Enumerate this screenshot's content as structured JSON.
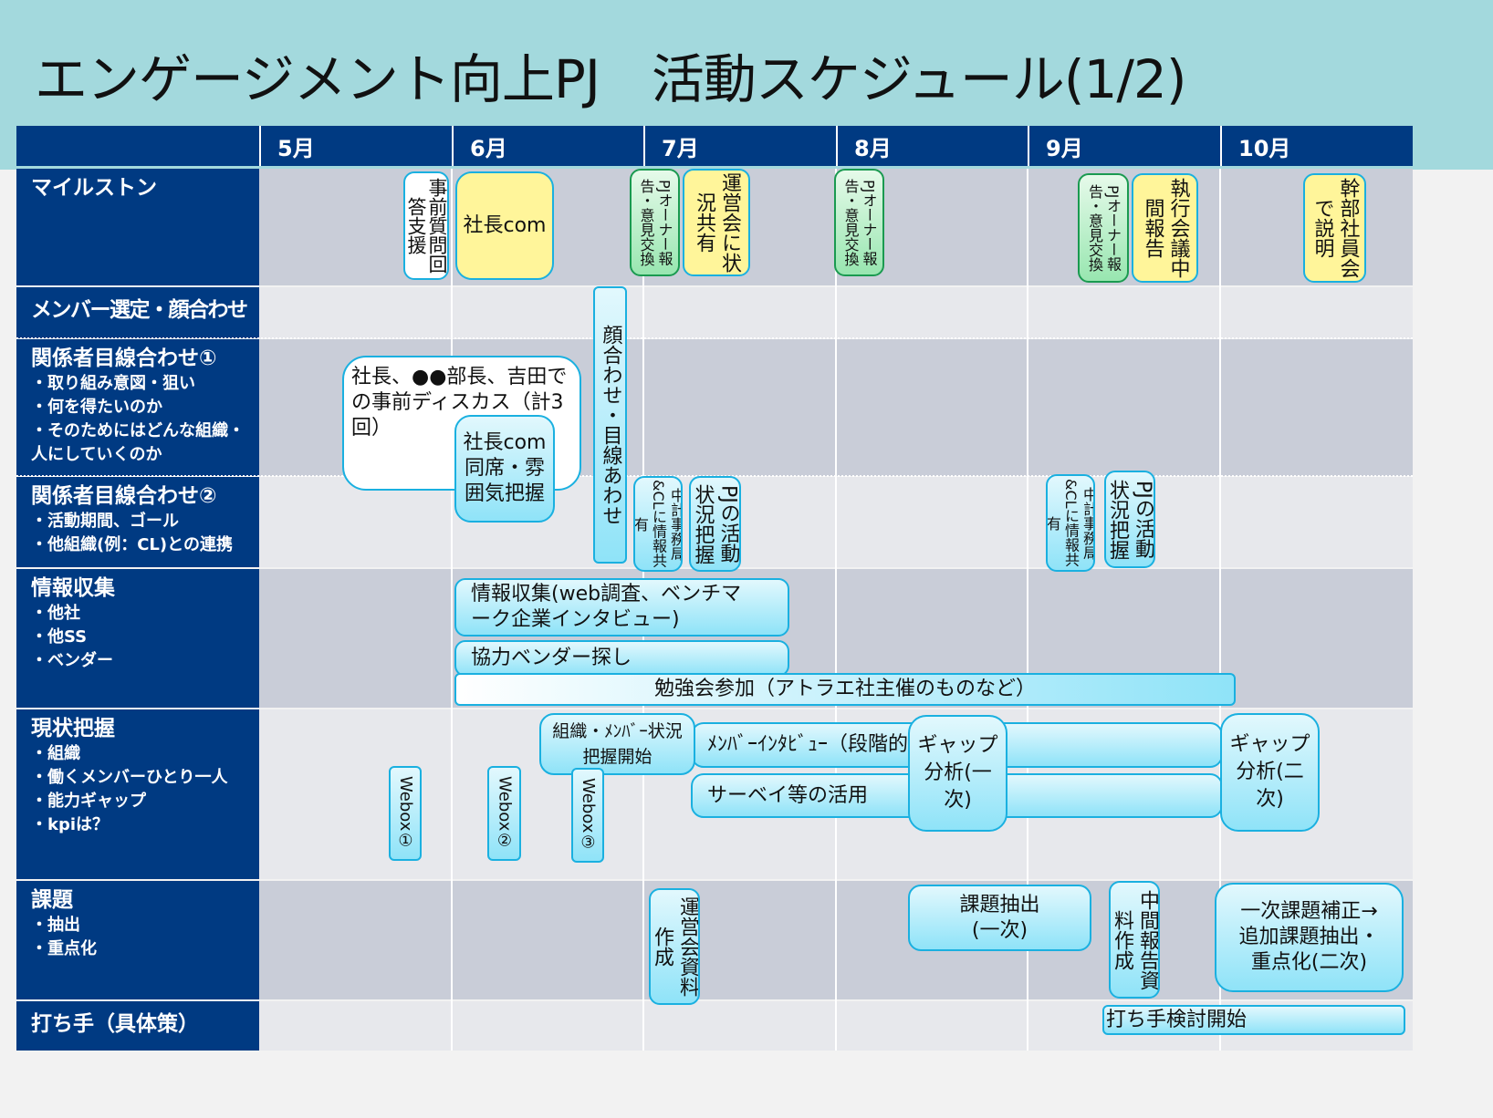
{
  "title": "エンゲージメント向上PJ　活動スケジュール(1/2)",
  "months": [
    "5月",
    "6月",
    "7月",
    "8月",
    "9月",
    "10月"
  ],
  "rows": {
    "milestone": {
      "title": "マイルストン"
    },
    "member": {
      "title": "メンバー選定・顔合わせ"
    },
    "rel1": {
      "title": "関係者目線合わせ①",
      "items": [
        "・取り組み意図・狙い",
        "・何を得たいのか",
        "・そのためにはどんな組織・",
        "人にしていくのか"
      ]
    },
    "rel2": {
      "title": "関係者目線合わせ②",
      "items": [
        "・活動期間、ゴール",
        "・他組織(例：CL)との連携"
      ]
    },
    "info": {
      "title": "情報収集",
      "items": [
        "・他社",
        "・他SS",
        "・ベンダー"
      ]
    },
    "current": {
      "title": "現状把握",
      "items": [
        "・組織",
        "・働くメンバーひとり一人",
        "・能力ギャップ",
        "・kpiは？"
      ]
    },
    "issues": {
      "title": "課題",
      "items": [
        "・抽出",
        "・重点化"
      ]
    },
    "measures": {
      "title": "打ち手（具体策）"
    }
  },
  "boxes": {
    "pre_q": "事前質問回答支援",
    "ceo_com": "社長com",
    "owner_jul": "PJオーナー報告・意見交換",
    "unei_share": "運営会に状況共有",
    "owner_aug": "PJオーナー報告・意見交換",
    "owner_sep": "PJオーナー報告・意見交換",
    "exec_mid": "執行会議中間報告",
    "kanbu": "幹部社員会で説明",
    "kaoawase": "顔合わせ・目線あわせ",
    "discuss": "社長、●●部長、吉田での事前ディスカス（計3回）",
    "ceo_attend": "社長com同席・雰囲気把握",
    "chukei_jul": "中計事務局&CLに情報共有",
    "pj_status_jul": "PJの活動状況把握",
    "chukei_sep": "中計事務局&CLに情報共有",
    "pj_status_sep": "PJの活動状況把握",
    "info_collect": "情報収集(web調査、ベンチマーク企業インタビュー)",
    "vendor": "協力ベンダー探し",
    "study": "勉強会参加（アトラエ社主催のものなど）",
    "webox1": "Webox①",
    "webox2": "Webox②",
    "webox3": "Webox③",
    "org_start": "組織・ﾒﾝﾊﾞｰ状況把握開始",
    "interview": "ﾒﾝﾊﾞｰｲﾝﾀﾋﾞｭｰ（段階的",
    "survey": "サーベイ等の活用",
    "gap1": "ギャップ分析(一次)",
    "gap2": "ギャップ分析(二次)",
    "unei_doc": "運営会資料作成",
    "issue1": "課題抽出(一次)",
    "mid_doc": "中間報告資料作成",
    "issue2": "一次課題補正→追加課題抽出・重点化(二次)",
    "measure_start": "打ち手検討開始"
  },
  "colors": {
    "header": "#003a82",
    "box_border": "#1ab0e0",
    "milestone_yellow": "#fff59a",
    "owner_green": "#1a9a50",
    "band": "#a3d9dd"
  }
}
